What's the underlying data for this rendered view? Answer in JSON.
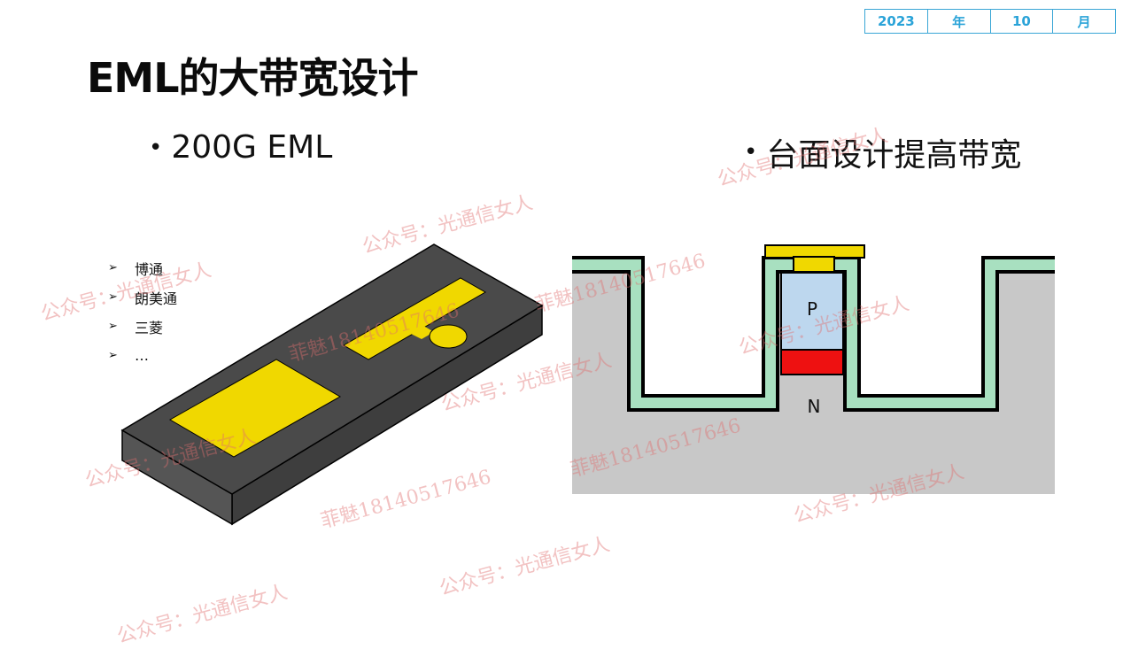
{
  "date": {
    "year": "2023",
    "year_unit": "年",
    "month": "10",
    "month_unit": "月"
  },
  "title": "EML的大带宽设计",
  "left_bullet": "200G EML",
  "right_bullet": "台面设计提高带宽",
  "vendors": [
    "博通",
    "朗美通",
    "三菱",
    "…"
  ],
  "diagram": {
    "p_label": "P",
    "n_label": "N"
  },
  "watermarks": {
    "account": "公众号：光通信女人",
    "contact": "菲魅18140517646"
  },
  "colors": {
    "accent": "#2aa3d8",
    "chip_dark": "#4a4a4a",
    "metal_yellow": "#f0d800",
    "substrate_gray": "#c8c8c8",
    "passivation_green": "#a8e0c0",
    "p_layer": "#bdd7ee",
    "active_red": "#ee1111"
  }
}
